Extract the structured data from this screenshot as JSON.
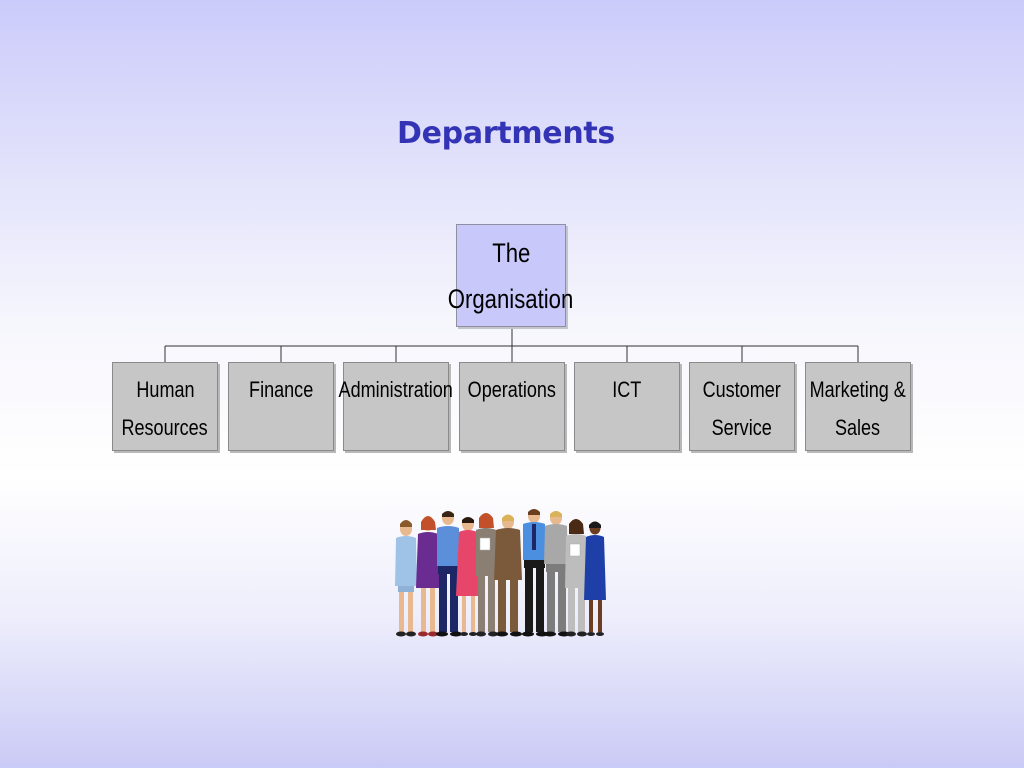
{
  "title": "Departments",
  "root": {
    "lines": [
      "The",
      "Organisation"
    ]
  },
  "departments": [
    {
      "lines": [
        "Human",
        "Resources"
      ]
    },
    {
      "lines": [
        "Finance"
      ]
    },
    {
      "lines": [
        "Administration"
      ]
    },
    {
      "lines": [
        "Operations"
      ]
    },
    {
      "lines": [
        "ICT"
      ]
    },
    {
      "lines": [
        "Customer",
        "Service"
      ]
    },
    {
      "lines": [
        "Marketing &",
        "Sales"
      ]
    }
  ],
  "illustration": {
    "icon": "group-of-people-icon"
  },
  "colors": {
    "title": "#3333b5",
    "root_fill": "#c8c8fa",
    "dept_fill": "#c6c6c6"
  }
}
